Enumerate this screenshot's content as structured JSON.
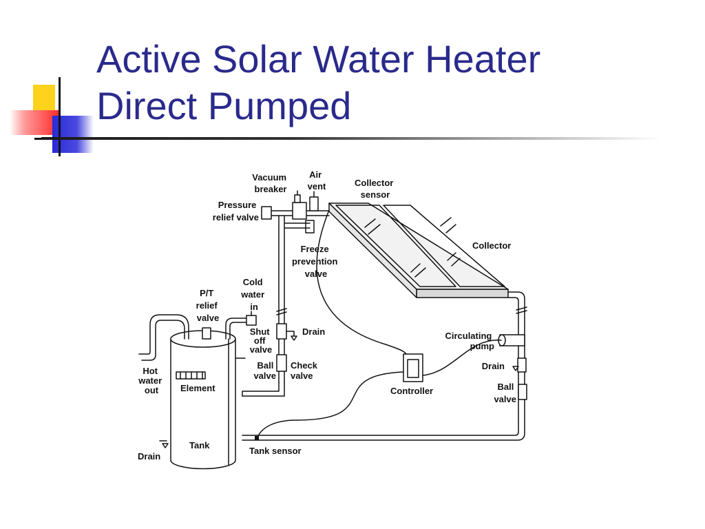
{
  "slide": {
    "title_line1": "Active Solar Water Heater",
    "title_line2": "Direct Pumped"
  },
  "colors": {
    "title": "#2a2a8c",
    "deco_yellow": "#ffd21c",
    "deco_red": "#ff2a2a",
    "deco_blue": "#2a2ad8"
  },
  "labels": {
    "vacuum_breaker": [
      "Vacuum",
      "breaker"
    ],
    "air_vent": [
      "Air",
      "vent"
    ],
    "collector_sensor": [
      "Collector",
      "sensor"
    ],
    "pressure_relief": [
      "Pressure",
      "relief valve"
    ],
    "freeze_prevention": [
      "Freeze",
      "prevention",
      "valve"
    ],
    "collector": "Collector",
    "cold_water_in": [
      "Cold",
      "water",
      "in"
    ],
    "pt_relief": [
      "P/T",
      "relief",
      "valve"
    ],
    "drain_top": "Drain",
    "shut_off": [
      "Shut",
      "off",
      "valve"
    ],
    "ball_valve_left": [
      "Ball",
      "valve"
    ],
    "check_valve": [
      "Check",
      "valve"
    ],
    "circulating_pump": [
      "Circulating",
      "pump"
    ],
    "drain_right": "Drain",
    "ball_valve_right": [
      "Ball",
      "valve"
    ],
    "hot_water_out": [
      "Hot",
      "water",
      "out"
    ],
    "element": "Element",
    "controller": "Controller",
    "tank": "Tank",
    "drain_bottom": "Drain",
    "tank_sensor": "Tank sensor"
  }
}
